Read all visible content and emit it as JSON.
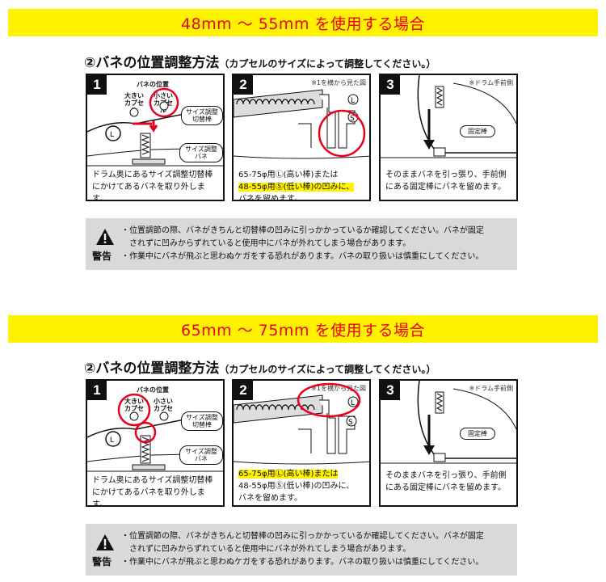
{
  "sections": [
    {
      "banner": "48mm ～ 55mm を使用する場合",
      "heading": "②バネの位置調整方法",
      "heading_sub": "（カプセルのサイズによって調整してください。）",
      "panel1": {
        "num": "1",
        "title": "バネの位置",
        "large_label": "大きい カプセル",
        "small_label": "小さい カプセル",
        "lever_label": "サイズ調整 切替棒",
        "spring_label": "サイズ調整 バネ",
        "text": "ドラム奥にあるサイズ調整切替棒にかけてあるバネを取り外します。"
      },
      "panel2": {
        "num": "2",
        "note": "※1を横から見た図",
        "line1": "65-75φ用Ⓛ(高い棒)または",
        "line2": "48-55φ用Ⓢ(低い棒)の凹みに、",
        "line3": "バネを留めます。"
      },
      "panel3": {
        "num": "3",
        "note": "※ドラム手前側",
        "fixed_label": "固定棒",
        "text": "そのままバネを引っ張り、手前側にある固定棒にバネを留めます。"
      },
      "warning": {
        "label": "警告",
        "line1": "・位置調節の際、バネがきちんと切替棒の凹みに引っかかっているか確認してください。バネが固定",
        "line2": "　されずに凹みからずれていると使用中にバネが外れてしまう場合があります。",
        "line3": "・作業中にバネが飛ぶと思わぬケガをする恐れがあります。バネの取り扱いは慎重にしてください。"
      }
    },
    {
      "banner": "65mm ～ 75mm を使用する場合",
      "heading": "②バネの位置調整方法",
      "heading_sub": "（カプセルのサイズによって調整してください。）",
      "panel1": {
        "num": "1",
        "title": "バネの位置",
        "large_label": "大きい カプセル",
        "small_label": "小さい カプセル",
        "lever_label": "サイズ調整 切替棒",
        "spring_label": "サイズ調整 バネ",
        "text": "ドラム奥にあるサイズ調整切替棒にかけてあるバネを取り外します。"
      },
      "panel2": {
        "num": "2",
        "note": "※1を横から見た図",
        "line1": "65-75φ用Ⓛ(高い棒)または",
        "line2": "48-55φ用Ⓢ(低い棒)の凹みに、",
        "line3": "バネを留めます。"
      },
      "panel3": {
        "num": "3",
        "note": "※ドラム手前側",
        "fixed_label": "固定棒",
        "text": "そのままバネを引っ張り、手前側にある固定棒にバネを留めます。"
      },
      "warning": {
        "label": "警告",
        "line1": "・位置調節の際、バネがきちんと切替棒の凹みに引っかかっているか確認してください。バネが固定",
        "line2": "　されずに凹みからずれていると使用中にバネが外れてしまう場合があります。",
        "line3": "・作業中にバネが飛ぶと思わぬケガをする恐れがあります。バネの取り扱いは慎重にしてください。"
      }
    }
  ],
  "colors": {
    "banner_bg": "#fff200",
    "banner_text": "#e8001c",
    "highlight": "#fff200",
    "circle": "#e8001c",
    "warning_bg": "#d9d9d9"
  }
}
